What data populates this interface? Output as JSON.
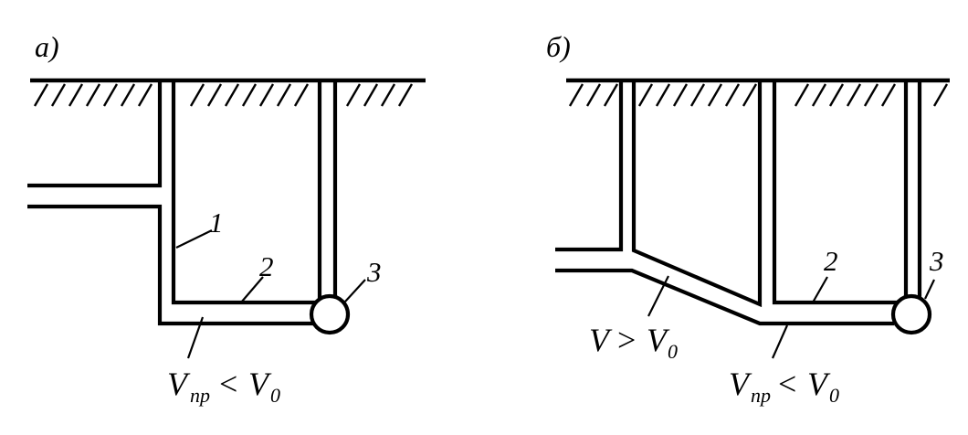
{
  "panels": [
    {
      "id": "a",
      "label": "а)",
      "callouts": [
        "1",
        "2",
        "3"
      ],
      "relation": {
        "symbol": "V",
        "subscript": "пр",
        "operator": "<",
        "rhs_symbol": "V",
        "rhs_subscript": "0"
      }
    },
    {
      "id": "b",
      "label": "б)",
      "callouts": [
        "2",
        "3"
      ],
      "relation_upper": {
        "symbol": "V",
        "operator": ">",
        "rhs_symbol": "V",
        "rhs_subscript": "0"
      },
      "relation_lower": {
        "symbol": "V",
        "subscript": "пр",
        "operator": "<",
        "rhs_symbol": "V",
        "rhs_subscript": "0"
      }
    }
  ]
}
